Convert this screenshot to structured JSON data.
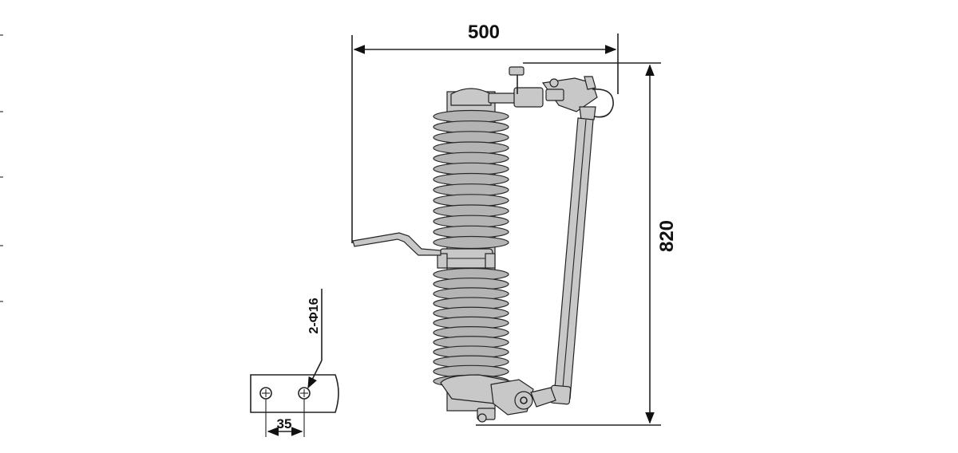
{
  "dimensions": {
    "width_label": "500",
    "height_label": "820",
    "hole_spacing_label": "35",
    "hole_spec_label": "2-Φ16"
  }
}
